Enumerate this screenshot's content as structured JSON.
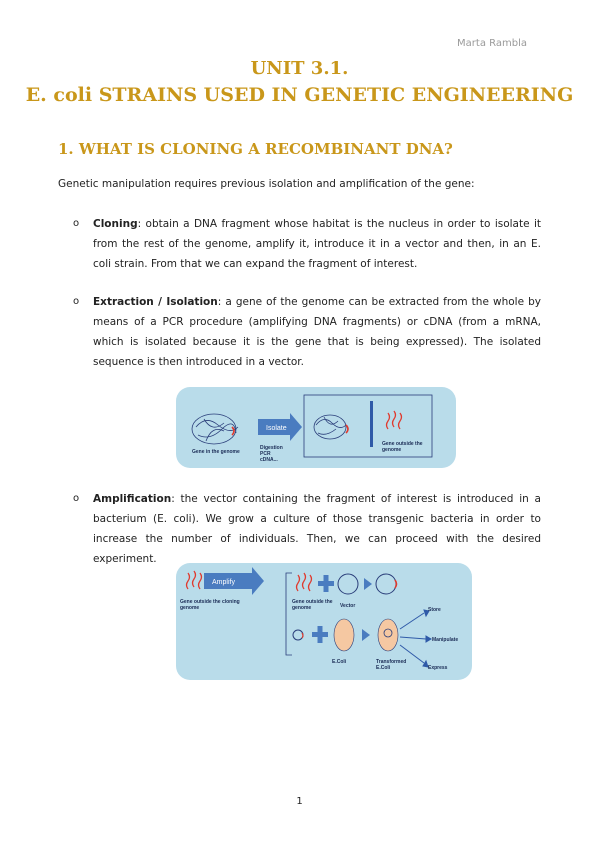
{
  "author": "Marta Rambla",
  "title_line1": "UNIT 3.1.",
  "title_line2": "E. coli STRAINS USED IN GENETIC ENGINEERING",
  "section1_heading": "1. WHAT IS CLONING A RECOMBINANT DNA?",
  "intro": "Genetic manipulation requires previous isolation and amplification of the gene:",
  "bullets": [
    {
      "term": "Cloning",
      "text": ": obtain a DNA fragment whose habitat is the nucleus in order to isolate it from the rest of the genome, amplify it, introduce it in a vector and then, in an E. coli strain. From that we can expand the fragment of interest."
    },
    {
      "term": "Extraction / Isolation",
      "text": ": a gene of the genome can be extracted from the whole by means of a PCR procedure (amplifying DNA fragments) or cDNA (from a mRNA, which is isolated because it is the gene that is being expressed). The isolated sequence is then introduced in a vector."
    },
    {
      "term": "Amplification",
      "text": ": the vector containing the fragment of interest is introduced in a bacterium (E. coli). We grow a culture of those transgenic bacteria in order to increase the number of individuals. Then, we can proceed with the desired experiment."
    }
  ],
  "bullet_marker": "o",
  "figure1": {
    "arrow_label": "Isolate",
    "gene_in_genome": "Gene in the genome",
    "methods": [
      "Digestion",
      "PCR",
      "cDNA..."
    ],
    "gene_outside": [
      "Gene outside the",
      "genome"
    ]
  },
  "figure2": {
    "arrow_label": "Amplify",
    "gene_outside_cloning": [
      "Gene outside the   cloning",
      "genome"
    ],
    "gene_outside": [
      "Gene outside the",
      "genome"
    ],
    "vector": "Vector",
    "ecoli": "E.Coli",
    "transformed": [
      "Transformed",
      "E.Coli"
    ],
    "outcomes": [
      "Store",
      "Manipulate",
      "Express"
    ]
  },
  "page_number": "1",
  "colors": {
    "heading": "#c9971a",
    "figure_bg": "#b9dcea",
    "arrow": "#4a7cc0",
    "gene": "#e03a2e"
  }
}
